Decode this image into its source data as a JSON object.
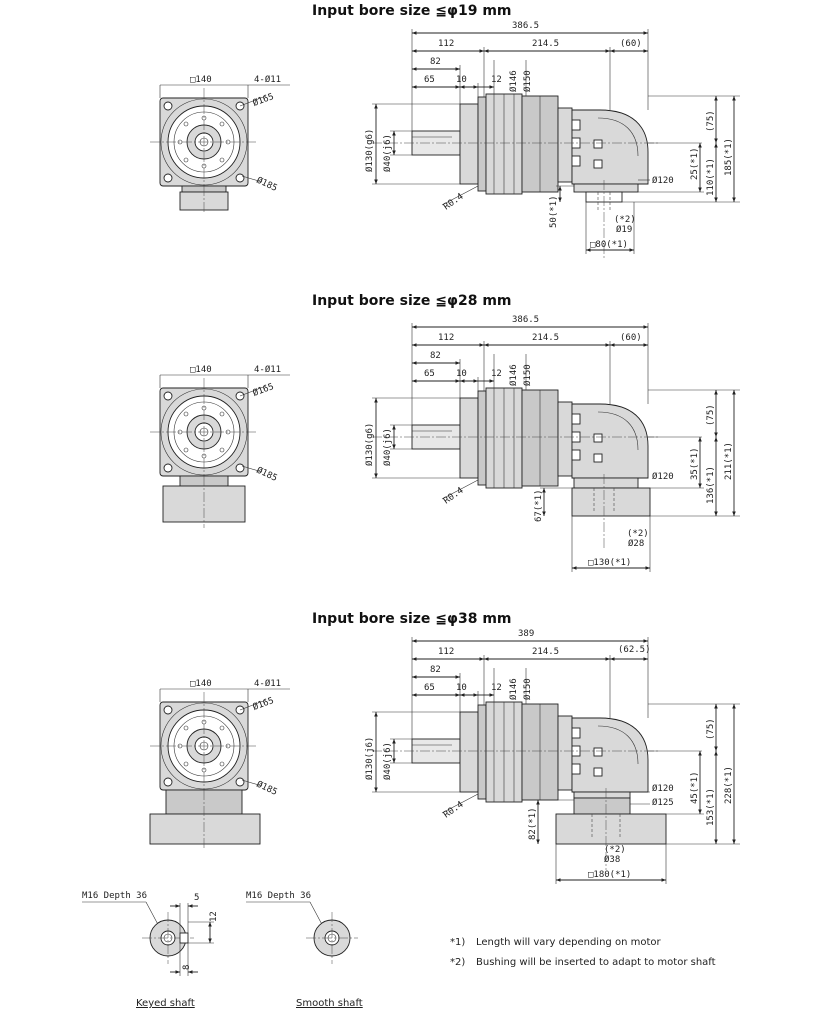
{
  "views": [
    {
      "title": "Input bore size ≦φ19 mm",
      "front": {
        "square": "□140",
        "holes": "4-Ø11",
        "pcd": "Ø165",
        "diag": "Ø185"
      },
      "side": {
        "overall": "386.5",
        "output_len": "112",
        "body_len": "214.5",
        "tail": "(60)",
        "shaft_len": "82",
        "d65": "65",
        "d10": "10",
        "d12": "12",
        "d146": "Ø146",
        "d150": "Ø150",
        "pilot": "Ø130(g6)",
        "shaft": "Ø40(j6)",
        "radius": "R0.4",
        "flange_dia": "Ø120",
        "r75": "(75)",
        "r25": "25(*1)",
        "r110": "110(*1)",
        "r185": "185(*1)",
        "v50": "50(*1)",
        "bush": "(*2)",
        "bore": "Ø19",
        "sq": "□80(*1)"
      }
    },
    {
      "title": "Input bore size ≦φ28 mm",
      "front": {
        "square": "□140",
        "holes": "4-Ø11",
        "pcd": "Ø165",
        "diag": "Ø185"
      },
      "side": {
        "overall": "386.5",
        "output_len": "112",
        "body_len": "214.5",
        "tail": "(60)",
        "shaft_len": "82",
        "d65": "65",
        "d10": "10",
        "d12": "12",
        "d146": "Ø146",
        "d150": "Ø150",
        "pilot": "Ø130(g6)",
        "shaft": "Ø40(j6)",
        "radius": "R0.4",
        "flange_dia": "Ø120",
        "r75": "(75)",
        "r35": "35(*1)",
        "r136": "136(*1)",
        "r211": "211(*1)",
        "v67": "67(*1)",
        "bush": "(*2)",
        "bore": "Ø28",
        "sq": "□130(*1)"
      }
    },
    {
      "title": "Input bore size ≦φ38 mm",
      "front": {
        "square": "□140",
        "holes": "4-Ø11",
        "pcd": "Ø165",
        "diag": "Ø185"
      },
      "side": {
        "overall": "389",
        "output_len": "112",
        "body_len": "214.5",
        "tail": "(62.5)",
        "shaft_len": "82",
        "d65": "65",
        "d10": "10",
        "d12": "12",
        "d146": "Ø146",
        "d150": "Ø150",
        "pilot": "Ø130(j6)",
        "shaft": "Ø40(j6)",
        "radius": "R0.4",
        "flange_dia": "Ø120",
        "flange_dia2": "Ø125",
        "r75": "(75)",
        "r45": "45(*1)",
        "r153": "153(*1)",
        "r228": "228(*1)",
        "v82": "82(*1)",
        "bush": "(*2)",
        "bore": "Ø38",
        "sq": "□180(*1)"
      }
    }
  ],
  "shafts": {
    "keyed": {
      "thread": "M16 Depth 36",
      "key_w": "5",
      "key_h": "12",
      "key_d": "8",
      "caption": "Keyed shaft"
    },
    "smooth": {
      "thread": "M16 Depth 36",
      "caption": "Smooth shaft"
    }
  },
  "notes": [
    {
      "mark": "*1)",
      "text": "Length will vary depending on motor"
    },
    {
      "mark": "*2)",
      "text": "Bushing will be inserted to adapt to motor shaft"
    }
  ]
}
